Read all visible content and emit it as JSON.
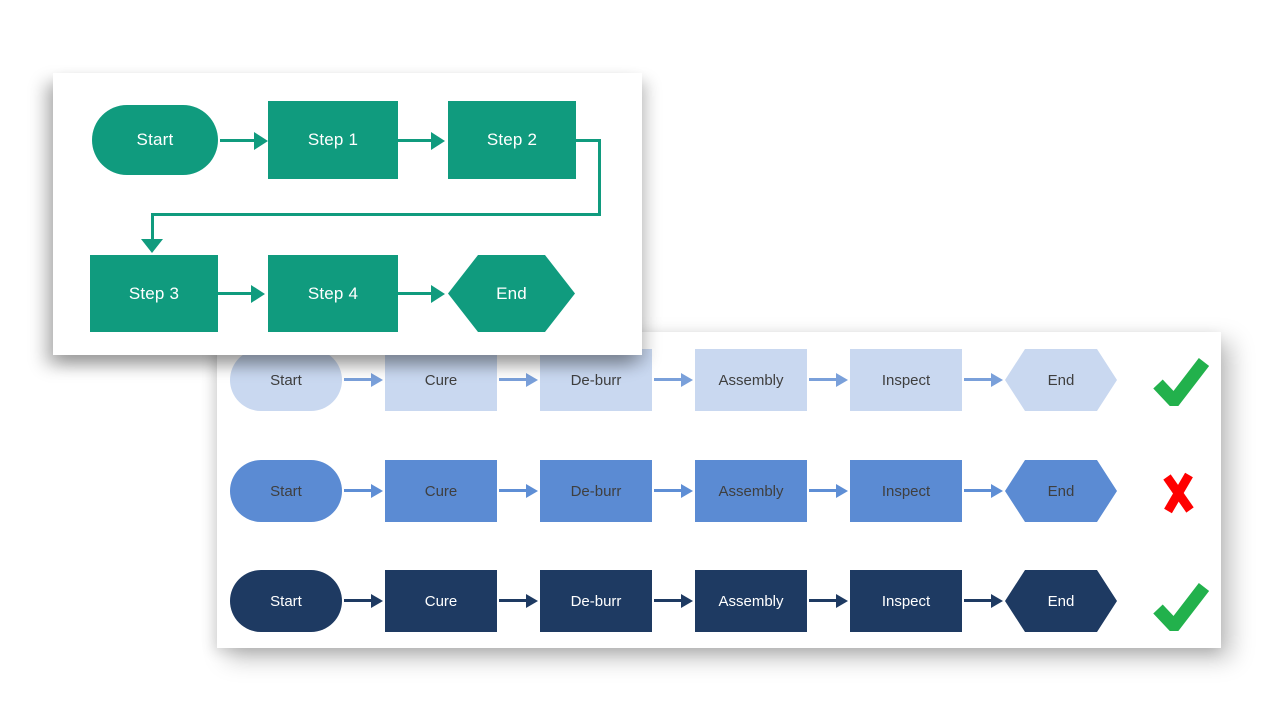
{
  "panels": {
    "green_flowchart": {
      "accent_color": "#109B7E",
      "text_color": "#FFFFFF",
      "nodes": {
        "start": "Start",
        "step1": "Step 1",
        "step2": "Step 2",
        "step3": "Step 3",
        "step4": "Step 4",
        "end": "End"
      }
    },
    "comparison": {
      "check_color": "#22B14C",
      "cross_color": "#FF0000",
      "rows": [
        {
          "name": "light-blue-variant",
          "fill": "#C9D8F0",
          "text_color": "#3F3F3F",
          "arrow_color": "#7AA0DA",
          "verdict": "check",
          "labels": [
            "Start",
            "Cure",
            "De-burr",
            "Assembly",
            "Inspect",
            "End"
          ]
        },
        {
          "name": "medium-blue-variant",
          "fill": "#5B8BD3",
          "text_color": "#3F3F3F",
          "arrow_color": "#5E8ED5",
          "verdict": "cross",
          "labels": [
            "Start",
            "Cure",
            "De-burr",
            "Assembly",
            "Inspect",
            "End"
          ]
        },
        {
          "name": "dark-navy-variant",
          "fill": "#1E3A62",
          "text_color": "#FFFFFF",
          "arrow_color": "#1E3A62",
          "verdict": "check",
          "labels": [
            "Start",
            "Cure",
            "De-burr",
            "Assembly",
            "Inspect",
            "End"
          ]
        }
      ]
    }
  }
}
